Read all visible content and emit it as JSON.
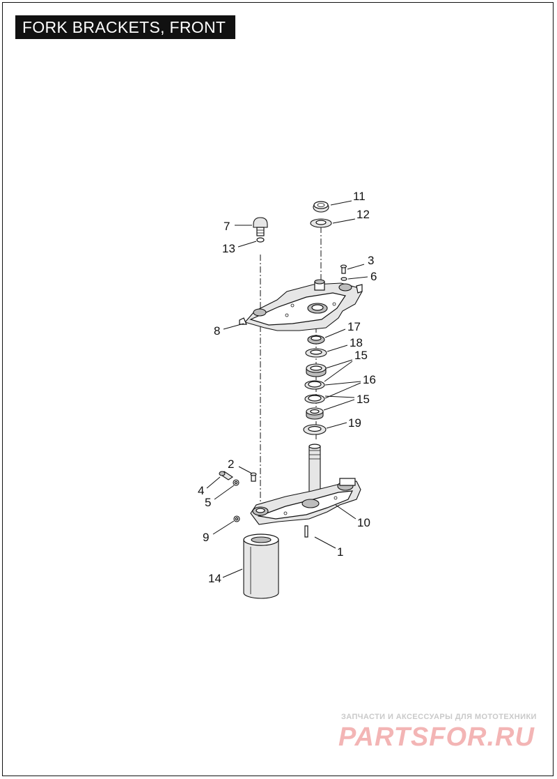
{
  "page": {
    "title": "FORK BRACKETS, FRONT"
  },
  "callouts": {
    "c1": "1",
    "c2": "2",
    "c3": "3",
    "c4": "4",
    "c5": "5",
    "c6": "6",
    "c7": "7",
    "c8": "8",
    "c9": "9",
    "c10": "10",
    "c11": "11",
    "c12": "12",
    "c13": "13",
    "c14": "14",
    "c15a": "15",
    "c15b": "15",
    "c16": "16",
    "c17": "17",
    "c18": "18",
    "c19": "19"
  },
  "watermark": {
    "caption": "ЗАПЧАСТИ И АКСЕССУАРЫ ДЛЯ МОТОТЕХНИКИ",
    "logo": "PARTSFOR.RU"
  },
  "colors": {
    "title_bg": "#111111",
    "title_text": "#ffffff",
    "watermark_logo": "#f3b5b5",
    "watermark_caption": "#c9c9c9"
  }
}
